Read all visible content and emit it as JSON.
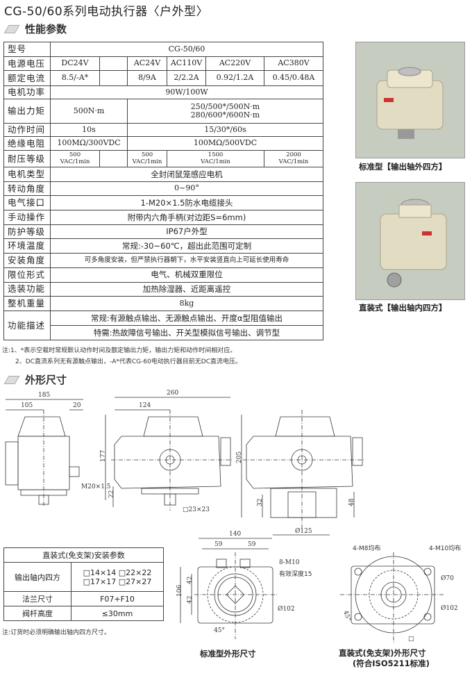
{
  "title": "CG-50/60系列电动执行器〈户外型〉",
  "section_performance": "性能参数",
  "section_dimensions": "外形尺寸",
  "spec": {
    "model_label": "型号",
    "model": "CG-50/60",
    "voltage_label": "电源电压",
    "voltages": [
      "DC24V",
      "",
      "AC24V",
      "AC110V",
      "AC220V",
      "AC380V"
    ],
    "current_label": "额定电流",
    "currents": [
      "8.5/-A*",
      "",
      "8/9A",
      "2/2.2A",
      "0.92/1.2A",
      "0.45/0.48A"
    ],
    "power_label": "电机功率",
    "power": "90W/100W",
    "torque_label": "输出力矩",
    "torque_dc": "500N·m",
    "torque_ac_1": "250/500*/500N·m",
    "torque_ac_2": "280/600*/600N·m",
    "time_label": "动作时间",
    "time_dc": "10s",
    "time_ac": "15/30*/60s",
    "insulation_label": "绝缘电阻",
    "insulation_dc": "100MΩ/300VDC",
    "insulation_ac": "100MΩ/500VDC",
    "withstand_label": "耐压等级",
    "withstand": [
      "500\nVAC/1min",
      "",
      "500\nVAC/1min",
      "1500\nVAC/1min",
      "2000\nVAC/1min"
    ],
    "motor_label": "电机类型",
    "motor": "全封闭鼠笼感应电机",
    "angle_label": "转动角度",
    "angle": "0~90°",
    "interface_label": "电气接口",
    "interface": "1-M20×1.5防水电缆接头",
    "manual_label": "手动操作",
    "manual": "附带内六角手柄(对边距S=6mm)",
    "protection_label": "防护等级",
    "protection": "IP67户外型",
    "temp_label": "环境温度",
    "temp": "常规:-30~60℃，超出此范围可定制",
    "mount_label": "安装角度",
    "mount": "可多角度安装，但严禁执行器朝下，水平安装竖直向上可延长使用寿命",
    "limit_label": "限位形式",
    "limit": "电气、机械双重限位",
    "options_label": "选装功能",
    "options": "加热除湿器、近距离遥控",
    "weight_label": "整机重量",
    "weight": "8kg",
    "function_label": "功能描述",
    "function_1": "常规:有源触点输出、无源触点输出、开度α型阻值输出",
    "function_2": "特需:热故障信号输出、开关型模拟信号输出、调节型"
  },
  "notes": [
    "注:1、*表示空载时常规默认动作时间及额定输出力矩，输出力矩和动作时间相对应。",
    "2、DC直流系列无有源触点输出，-A*代表CG-60电动执行器目前无DC直流电压。"
  ],
  "photos": [
    {
      "caption": "标准型【输出轴外四方】"
    },
    {
      "caption": "直装式【输出轴内四方】"
    }
  ],
  "install": {
    "title": "直装式(免支架)安装参数",
    "shaft_label": "输出轴内四方",
    "shaft_1": "□14×14 □22×22",
    "shaft_2": "□17×17 □27×27",
    "flange_label": "法兰尺寸",
    "flange": "F07+F10",
    "stem_label": "阀杆高度",
    "stem": "≤30mm",
    "note": "注:订货时必须明确输出轴内四方尺寸。"
  },
  "drawings": {
    "side": {
      "d185": "185",
      "d105": "105",
      "d20": "20",
      "thread": "M20×1.5"
    },
    "front": {
      "d260": "260",
      "d124": "124",
      "d177": "177",
      "d22": "22",
      "square": "□23×23"
    },
    "direct": {
      "d205": "205",
      "d32": "32",
      "d48": "48",
      "d125": "Ø125"
    },
    "std_bottom": {
      "d140": "140",
      "d59a": "59",
      "d59b": "59",
      "bolt": "8-M10",
      "depth": "有效深度15",
      "d106": "106",
      "d42a": "42",
      "d42b": "42",
      "d102": "Ø102",
      "angle": "45°",
      "caption": "标准型外形尺寸"
    },
    "direct_bottom": {
      "m8": "4-M8均布",
      "m10": "4-M10均布",
      "d70": "Ø70",
      "d102": "Ø102",
      "angle": "45°",
      "square": "□",
      "caption_1": "直装式(免支架)外形尺寸",
      "caption_2": "(符合ISO5211标准)"
    }
  }
}
